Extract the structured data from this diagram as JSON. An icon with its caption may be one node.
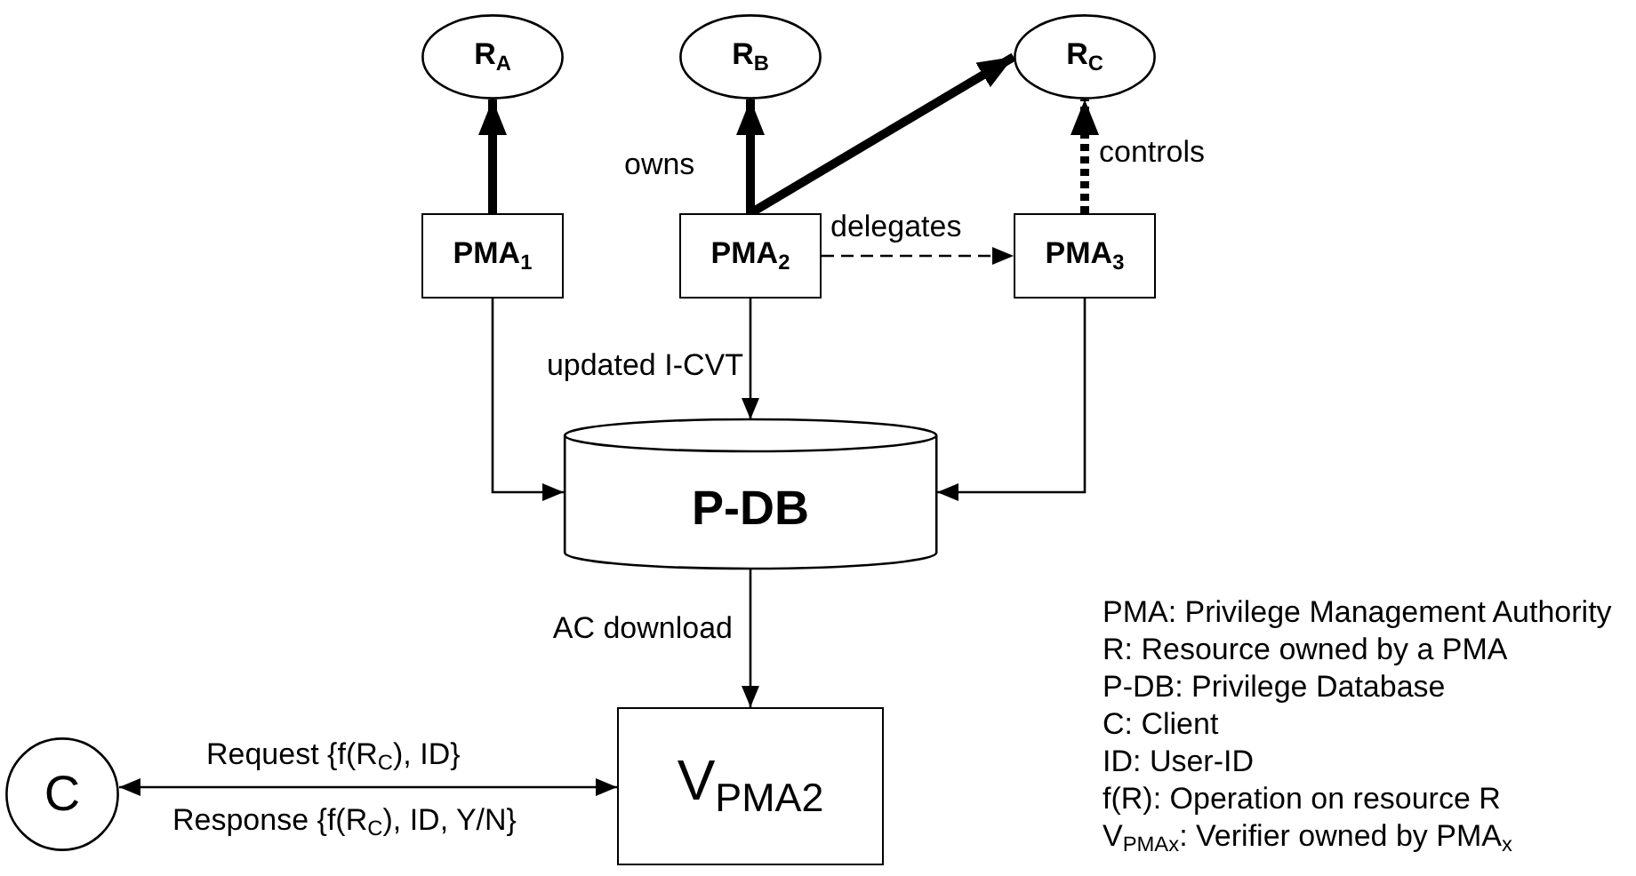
{
  "diagram": {
    "nodes": [
      {
        "text": [
          "R$_{A}$"
        ]
      },
      {
        "text": [
          "R$_{B}$"
        ]
      },
      {
        "text": [
          "R$_{C}$"
        ]
      },
      {
        "text": [
          "PMA$_{1}$"
        ]
      },
      {
        "text": [
          "PMA$_{2}$"
        ]
      },
      {
        "text": [
          "PMA$_{3}$"
        ]
      },
      {
        "text": [
          "P-DB"
        ]
      },
      {
        "text": [
          "V$_{PMA}$$_{2}$"
        ]
      },
      {
        "text": [
          "C"
        ]
      }
    ],
    "edges": [
      {
        "from": 3,
        "to": 0,
        "arrow": "to",
        "style": "thick"
      },
      {
        "from": 4,
        "to": 1,
        "arrow": "to",
        "style": "thick",
        "label": "owns"
      },
      {
        "from": 4,
        "to": 2,
        "arrow": "to",
        "style": "thick"
      },
      {
        "from": 5,
        "to": 2,
        "arrow": "to",
        "style": "dashed",
        "label": "controls"
      },
      {
        "from": 4,
        "to": 5,
        "arrow": "to",
        "style": "dashed",
        "label": "delegates"
      },
      {
        "from": 3,
        "to": 6,
        "arrow": "to"
      },
      {
        "from": 4,
        "to": 6,
        "arrow": "to",
        "label": "updated I-CVT"
      },
      {
        "from": 5,
        "to": 6,
        "arrow": "to"
      },
      {
        "from": 6,
        "to": 7,
        "arrow": "to",
        "label": "AC download"
      },
      {
        "from": 8,
        "to": 7,
        "arrow": "both",
        "label": "Request {f(R$_{C}$), ID}"
      }
    ],
    "labels": [
      "Response {f(R$_{C}$), ID, Y/N}",
      "PMA: Privilege Management Authority",
      "R: Resource owned by a PMA",
      "P-DB: Privilege Database",
      "C: Client",
      "ID: User-ID",
      "f(R): Operation on resource R",
      "V$_{PMA}$$_{x}$: Verifier owned by PMA$_{x}$"
    ]
  }
}
